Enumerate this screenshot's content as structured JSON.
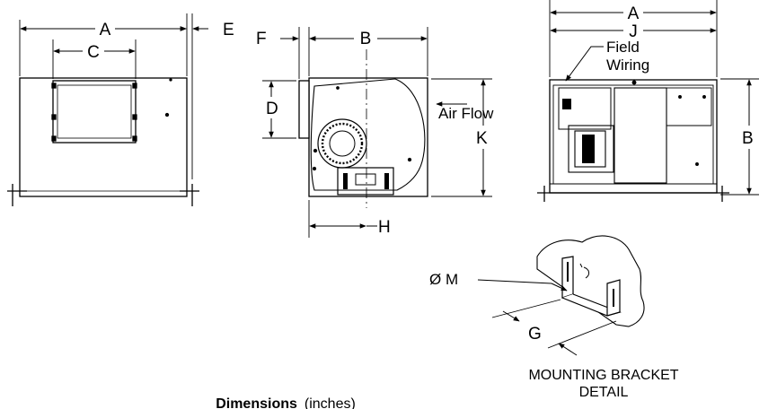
{
  "labels": {
    "A": "A",
    "B": "B",
    "C": "C",
    "D": "D",
    "E": "E",
    "F": "F",
    "G": "G",
    "H": "H",
    "J": "J",
    "K": "K",
    "M": "Ø M"
  },
  "annotations": {
    "field_wiring_line1": "Field",
    "field_wiring_line2": "Wiring",
    "air_flow": "Air Flow"
  },
  "detail_caption": {
    "line1": "MOUNTING BRACKET",
    "line2": "DETAIL"
  },
  "footer": {
    "title": "Dimensions",
    "unit": "(inches)"
  }
}
